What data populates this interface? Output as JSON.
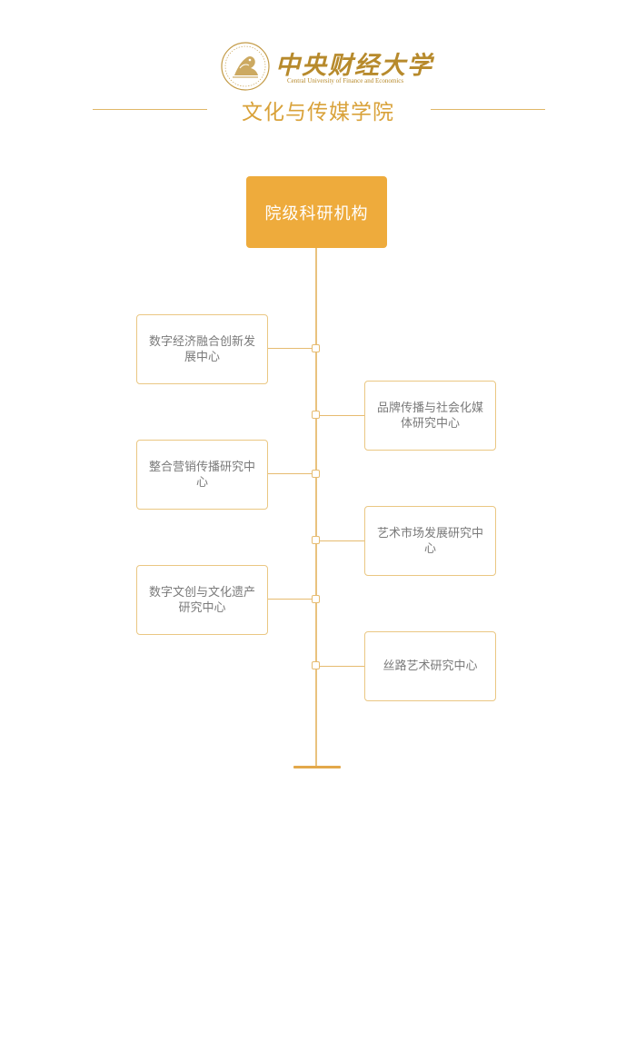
{
  "header": {
    "logo_name_cn": "中央财经大学",
    "logo_name_en": "Central University of Finance and Economics",
    "department": "文化与传媒学院"
  },
  "diagram": {
    "root": "院级科研机构",
    "branches": [
      {
        "label": "数字经济融合创新发展中心",
        "side": "left"
      },
      {
        "label": "品牌传播与社会化媒体研究中心",
        "side": "right"
      },
      {
        "label": "整合营销传播研究中心",
        "side": "left"
      },
      {
        "label": "艺术市场发展研究中心",
        "side": "right"
      },
      {
        "label": "数字文创与文化遗产研究中心",
        "side": "left"
      },
      {
        "label": "丝路艺术研究中心",
        "side": "right"
      }
    ]
  },
  "colors": {
    "accent": "#eeab3c",
    "line": "#e6bb70",
    "text": "#7a7a7a",
    "logo": "#b78a2c"
  }
}
